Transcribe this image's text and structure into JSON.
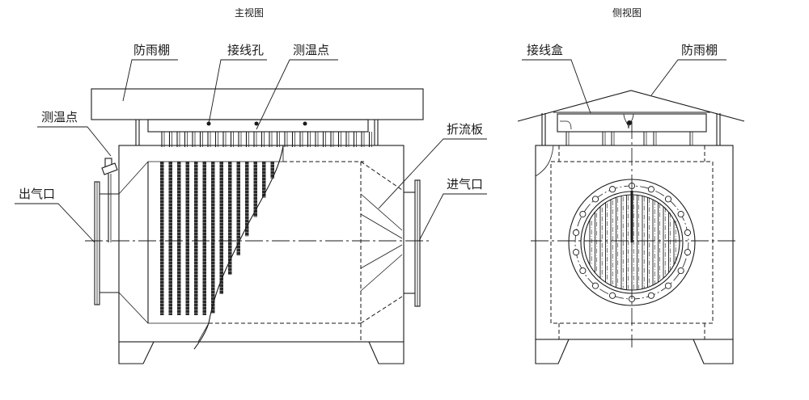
{
  "titles": {
    "front_view": "主视图",
    "side_view": "侧视图"
  },
  "front_labels": {
    "rain_cover": "防雨棚",
    "wiring_hole": "接线孔",
    "temp_point_top": "测温点",
    "temp_point_left": "测温点",
    "air_outlet": "出气口",
    "baffle": "折流板",
    "air_inlet": "进气口"
  },
  "side_labels": {
    "junction_box": "接线盒",
    "rain_cover": "防雨棚"
  },
  "counts": {
    "front_heater_tubes": 20,
    "side_flange_bolts": 18,
    "wiring_holes": 3
  }
}
